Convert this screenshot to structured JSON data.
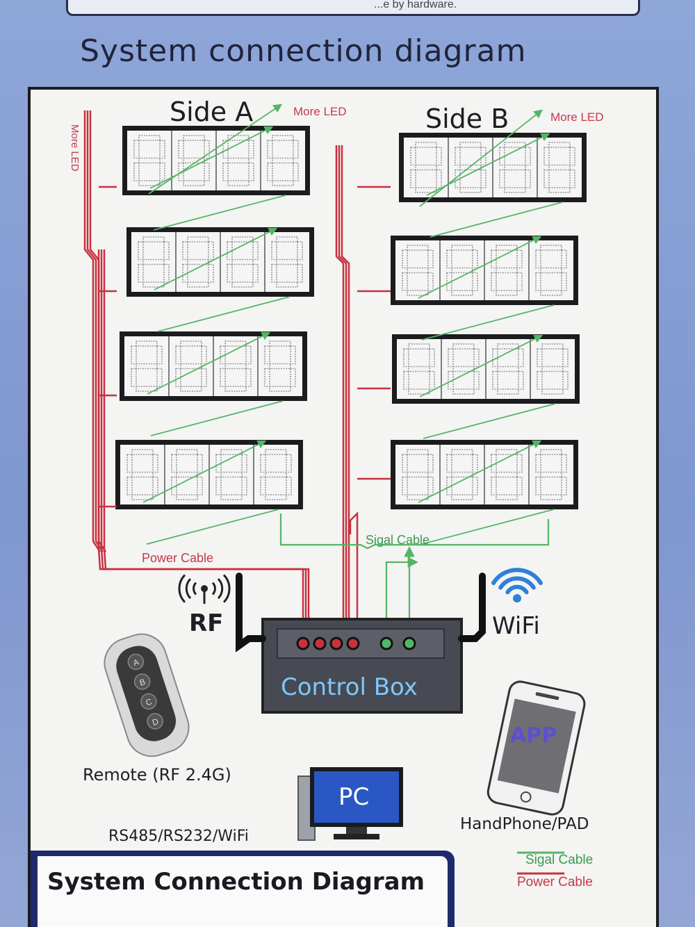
{
  "header": {
    "fragment_text": "...e by hardware.",
    "title": "System connection diagram"
  },
  "side_a": {
    "title": "Side A",
    "more_led": "More LED",
    "displays": [
      "8888",
      "8888",
      "8888",
      "8888"
    ]
  },
  "side_b": {
    "title": "Side B",
    "more_led": "More LED",
    "displays": [
      "8888",
      "8888",
      "8888",
      "8888"
    ]
  },
  "left_vertical_label": "More LED",
  "cables": {
    "power": "Power Cable",
    "signal": "Sigal Cable"
  },
  "controls": {
    "rf": "RF",
    "wifi": "WiFi",
    "control_box": "Control Box",
    "remote": "Remote (RF 2.4G)",
    "remote_buttons": [
      "A",
      "B",
      "C",
      "D"
    ],
    "pc": "PC",
    "pc_link": "RS485/RS232/WiFi",
    "app": "APP",
    "phone": "HandPhone/PAD"
  },
  "legend": {
    "signal": "Sigal Cable",
    "power": "Power Cable"
  },
  "footer": {
    "title": "System Connection Diagram"
  },
  "colors": {
    "power": "#c8303f",
    "signal": "#55b566",
    "panel": "#f4f4f2",
    "box": "#4a4d57",
    "accent": "#1f2a6b"
  }
}
